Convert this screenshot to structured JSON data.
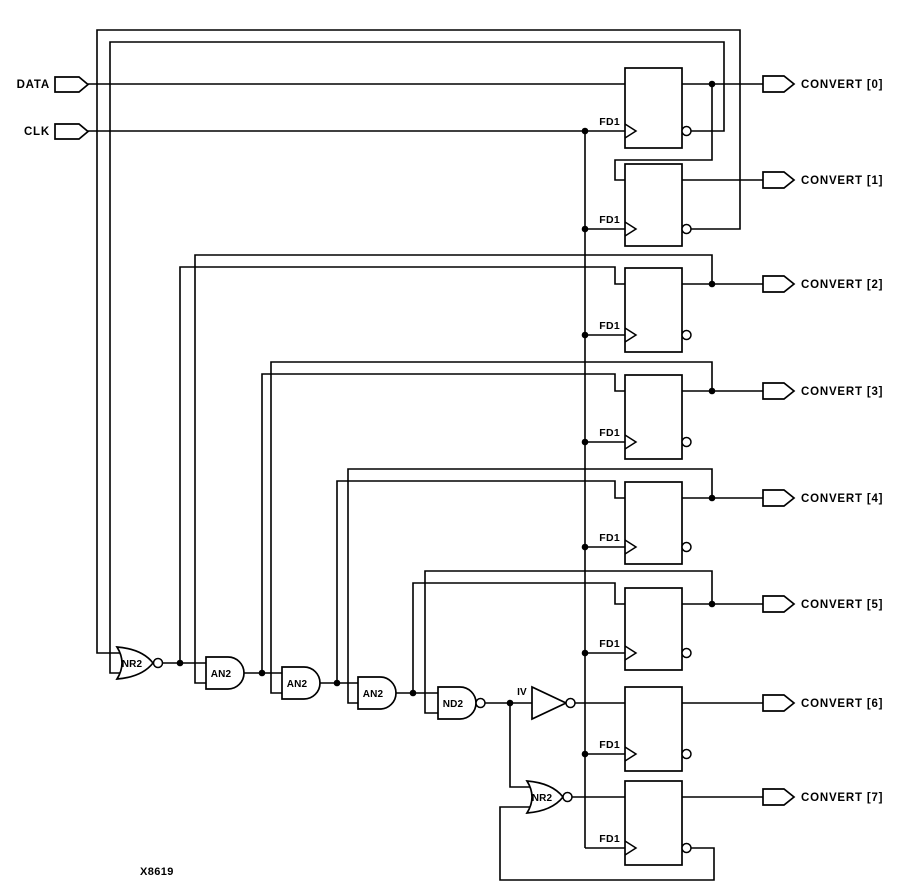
{
  "figure_label": "X8619",
  "ports": {
    "inputs": [
      {
        "label": "DATA"
      },
      {
        "label": "CLK"
      }
    ],
    "outputs": [
      {
        "label": "CONVERT [0]"
      },
      {
        "label": "CONVERT [1]"
      },
      {
        "label": "CONVERT [2]"
      },
      {
        "label": "CONVERT [3]"
      },
      {
        "label": "CONVERT [4]"
      },
      {
        "label": "CONVERT [5]"
      },
      {
        "label": "CONVERT [6]"
      },
      {
        "label": "CONVERT [7]"
      }
    ]
  },
  "flipflops": [
    {
      "label": "FD1"
    },
    {
      "label": "FD1"
    },
    {
      "label": "FD1"
    },
    {
      "label": "FD1"
    },
    {
      "label": "FD1"
    },
    {
      "label": "FD1"
    },
    {
      "label": "FD1"
    },
    {
      "label": "FD1"
    }
  ],
  "gates": [
    {
      "type": "nor2",
      "label": "NR2"
    },
    {
      "type": "and2",
      "label": "AN2"
    },
    {
      "type": "and2",
      "label": "AN2"
    },
    {
      "type": "and2",
      "label": "AN2"
    },
    {
      "type": "nand2",
      "label": "ND2"
    },
    {
      "type": "inverter",
      "label": "IV"
    },
    {
      "type": "nor2",
      "label": "NR2"
    }
  ],
  "colors": {
    "line": "#000000",
    "background": "#ffffff"
  }
}
